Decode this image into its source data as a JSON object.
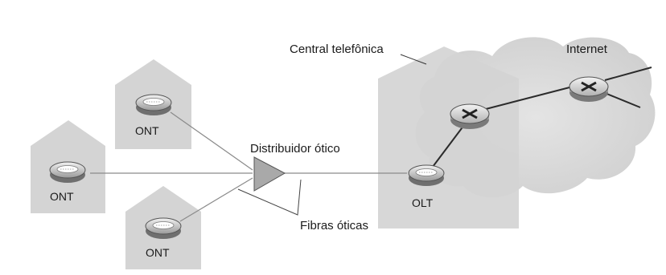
{
  "labels": {
    "central": "Central telefônica",
    "internet": "Internet",
    "splitter": "Distribuidor ótico",
    "fibers": "Fibras óticas",
    "olt": "OLT",
    "ont_top": "ONT",
    "ont_left": "ONT",
    "ont_bottom": "ONT"
  },
  "icons": {
    "ont": "ont-device-icon",
    "olt": "olt-device-icon",
    "router": "router-icon",
    "splitter": "optical-splitter-icon",
    "house": "house-icon",
    "cloud": "cloud-icon"
  },
  "colors": {
    "house_fill": "#d4d4d4",
    "cloud_fill": "#d9d9d9",
    "line": "#8a8a8a",
    "dark_line": "#2b2b2b"
  }
}
